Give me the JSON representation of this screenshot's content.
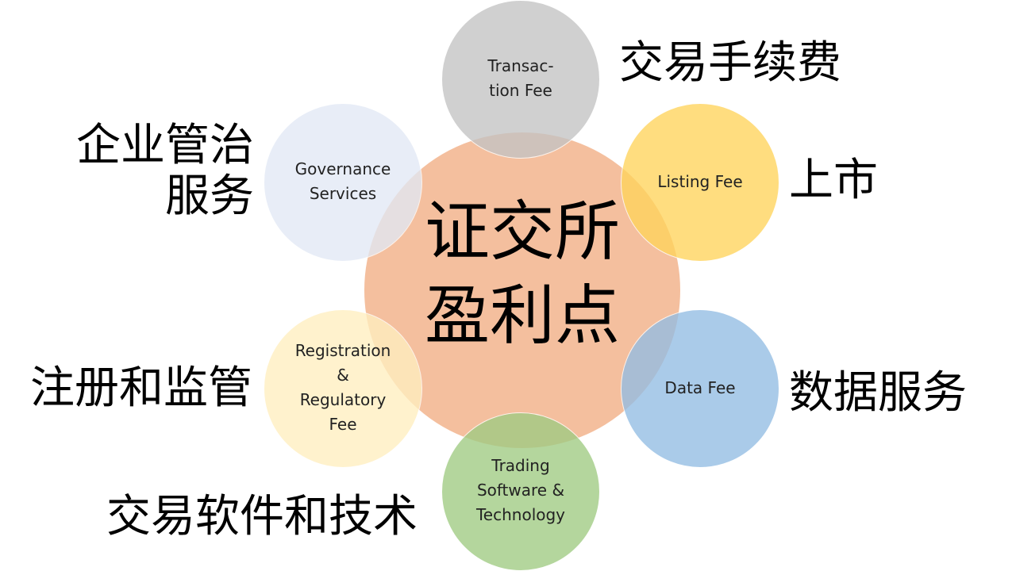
{
  "center": {
    "line1": "证交所",
    "line2": "盈利点",
    "color": "#F3B58E"
  },
  "nodes": [
    {
      "en_lines": [
        "Transac-",
        "tion Fee"
      ],
      "zh": "交易手续费",
      "color": "#C4C4C4"
    },
    {
      "en_lines": [
        "Listing Fee"
      ],
      "zh": "上市",
      "color": "#FFD45C"
    },
    {
      "en_lines": [
        "Data Fee"
      ],
      "zh": "数据服务",
      "color": "#93BDE4"
    },
    {
      "en_lines": [
        "Trading",
        "Software &",
        "Technology"
      ],
      "zh": "交易软件和技术",
      "color": "#9FCB82"
    },
    {
      "en_lines": [
        "Registration",
        "&",
        "Regulatory",
        "Fee"
      ],
      "zh": "注册和监管",
      "color": "#FFEFC0"
    },
    {
      "en_lines": [
        "Governance",
        "Services"
      ],
      "zh_lines": [
        "企业管治",
        "服务"
      ],
      "color": "#E2E9F5"
    }
  ]
}
